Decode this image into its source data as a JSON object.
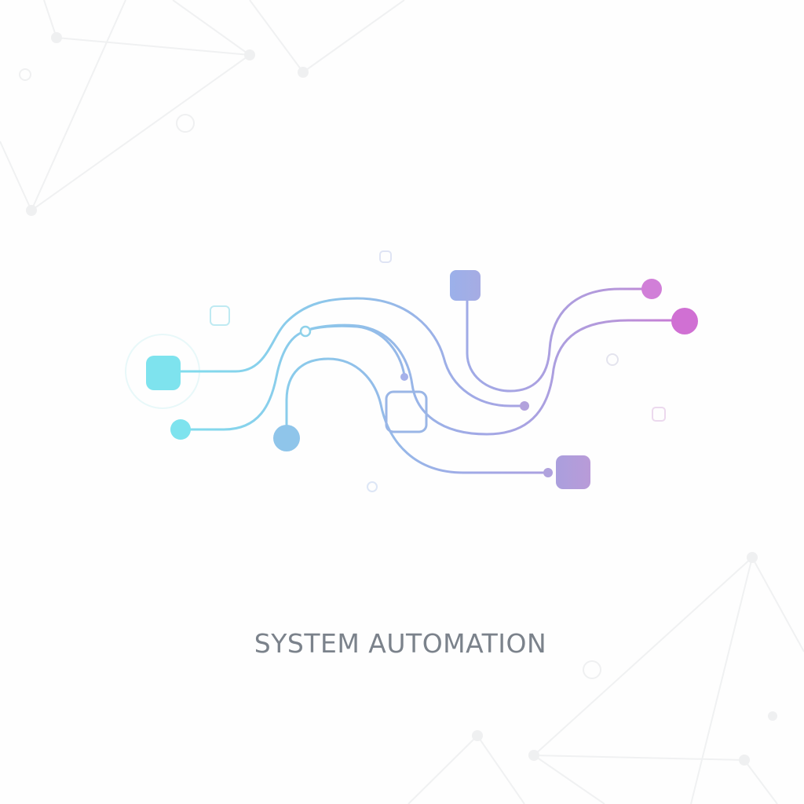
{
  "caption": {
    "title": "SYSTEM AUTOMATION",
    "color": "#7b828b"
  },
  "palette": {
    "background": "#fefefe",
    "cyan": "#7ee3ee",
    "sky": "#8fc6ea",
    "periwinkle": "#9eaee8",
    "lavender": "#ad9cdc",
    "violet": "#b79ad9",
    "magenta": "#d070d3",
    "orchid": "#d17fd8",
    "network_gray": "#f1f2f3"
  },
  "diagram": {
    "nodes": [
      {
        "id": "source-square",
        "shape": "rounded-square",
        "color": "#7ee3ee"
      },
      {
        "id": "source-dot",
        "shape": "circle",
        "color": "#7ee3ee"
      },
      {
        "id": "mid-circle",
        "shape": "circle",
        "color": "#90c3ea"
      },
      {
        "id": "top-square",
        "shape": "rounded-square",
        "color": "#9eaee8"
      },
      {
        "id": "hub-box",
        "shape": "hollow-square",
        "color": "#9ab6e6"
      },
      {
        "id": "sink-square",
        "shape": "rounded-square",
        "color": "#b39cdb"
      },
      {
        "id": "sink-dot-top",
        "shape": "circle",
        "color": "#d17fd8"
      },
      {
        "id": "sink-dot-large",
        "shape": "circle",
        "color": "#d070d3"
      }
    ],
    "connectors": 6
  }
}
